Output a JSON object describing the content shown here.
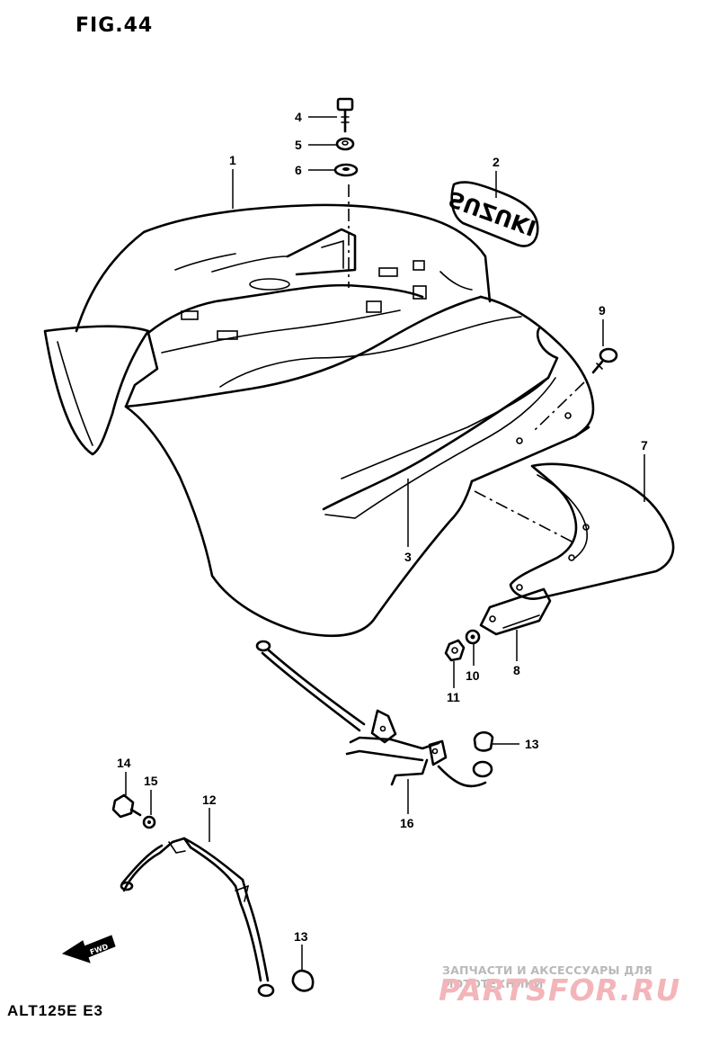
{
  "figure": {
    "title": "FIG.44"
  },
  "model": {
    "code": "ALT125E  E3"
  },
  "fwd_arrow": {
    "label": "FWD"
  },
  "emblem": {
    "text": "SUZUKI"
  },
  "watermark": {
    "tagline": "ЗАПЧАСТИ И АКСЕССУАРЫ ДЛЯ МОТОТЕХНИКИ",
    "brand": "PARTSFOR.RU",
    "color": "#f3b5b9"
  },
  "parts": [
    {
      "number": "1"
    },
    {
      "number": "2"
    },
    {
      "number": "3"
    },
    {
      "number": "4"
    },
    {
      "number": "5"
    },
    {
      "number": "6"
    },
    {
      "number": "7"
    },
    {
      "number": "8"
    },
    {
      "number": "9"
    },
    {
      "number": "10"
    },
    {
      "number": "11"
    },
    {
      "number": "12"
    },
    {
      "number": "13"
    },
    {
      "number": "13"
    },
    {
      "number": "14"
    },
    {
      "number": "15"
    },
    {
      "number": "16"
    }
  ]
}
